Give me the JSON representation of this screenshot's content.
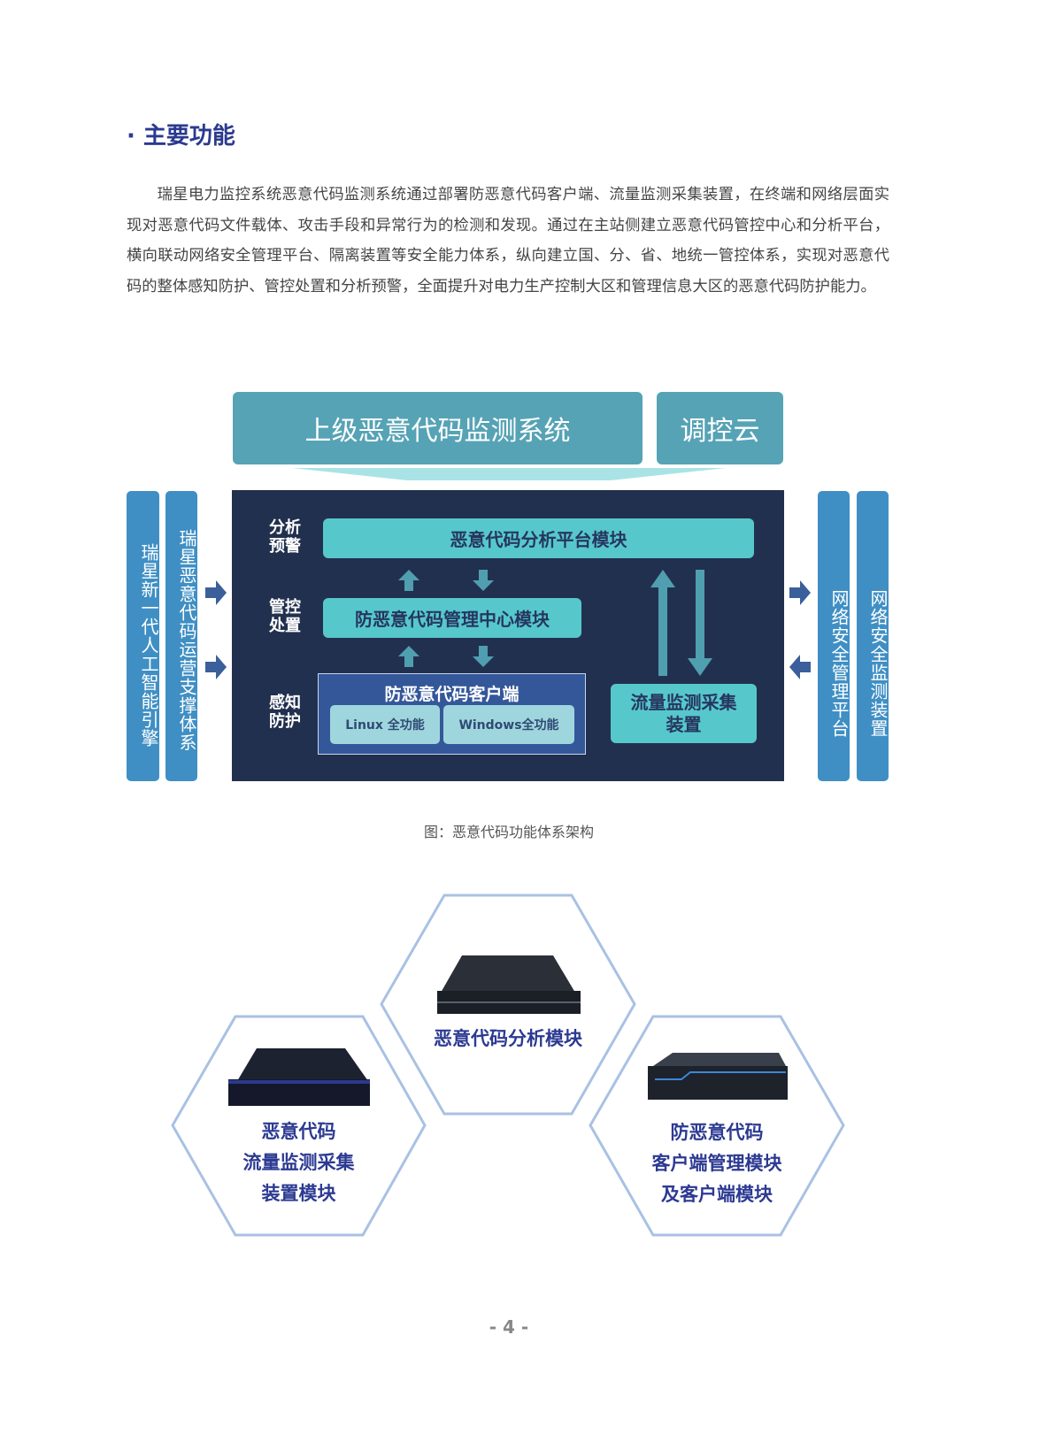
{
  "section_title": "· 主要功能",
  "paragraph": "瑞星电力监控系统恶意代码监测系统通过部署防恶意代码客户端、流量监测采集装置，在终端和网络层面实现对恶意代码文件载体、攻击手段和异常行为的检测和发现。通过在主站侧建立恶意代码管控中心和分析平台，横向联动网络安全管理平台、隔离装置等安全能力体系，纵向建立国、分、省、地统一管控体系，实现对恶意代码的整体感知防护、管控处置和分析预警，全面提升对电力生产控制大区和管理信息大区的恶意代码防护能力。",
  "diagram": {
    "top_main": "上级恶意代码监测系统",
    "top_side": "调控云",
    "left_bars": [
      "瑞星新一代人工智能引擎",
      "瑞星恶意代码运营支撑体系"
    ],
    "right_bars": [
      "网络安全管理平台",
      "网络安全监测装置"
    ],
    "row_labels": [
      "分析预警",
      "管控处置",
      "感知防护"
    ],
    "analysis_module": "恶意代码分析平台模块",
    "management_module": "防恶意代码管理中心模块",
    "client": {
      "title": "防恶意代码客户端",
      "linux": "Linux 全功能",
      "windows": "Windows全功能"
    },
    "flow_device": "流量监测采集装置"
  },
  "caption": "图：恶意代码功能体系架构",
  "products": [
    {
      "label_lines": [
        "恶意代码分析模块"
      ]
    },
    {
      "label_lines": [
        "恶意代码",
        "流量监测采集",
        "装置模块"
      ]
    },
    {
      "label_lines": [
        "防恶意代码",
        "客户端管理模块",
        "及客户端模块"
      ]
    }
  ],
  "page_number": "- 4 -"
}
